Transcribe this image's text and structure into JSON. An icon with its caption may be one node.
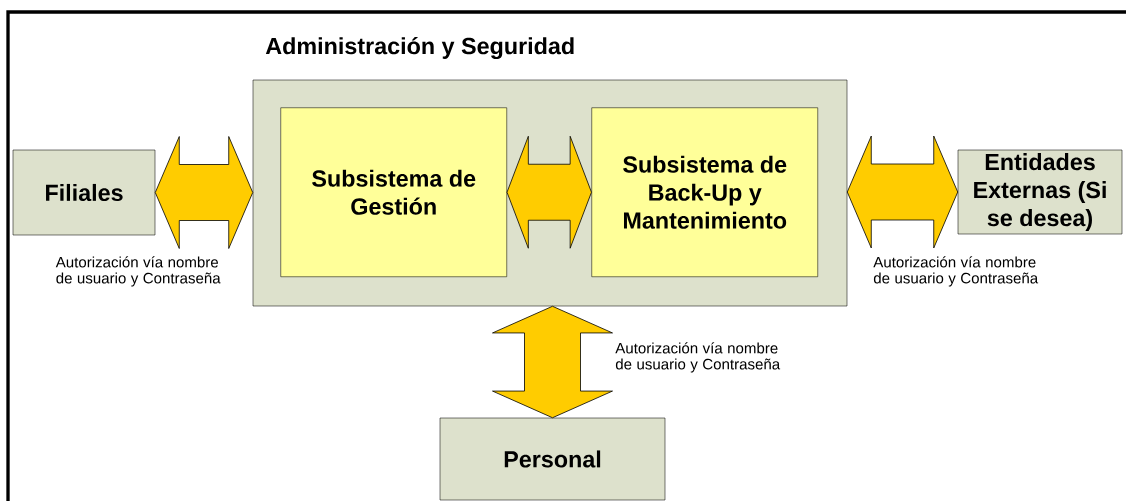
{
  "diagram": {
    "nodes": [
      {
        "text": [
          "Administración y Seguridad"
        ]
      },
      {
        "text": [
          "Filiales"
        ]
      },
      {
        "text": [
          "Subsistema de Gestión"
        ],
        "in": 0
      },
      {
        "text": [
          "Subsistema de Back-Up y Mantenimiento"
        ],
        "in": 0
      },
      {
        "text": [
          "Entidades Externas (Si se desea)"
        ]
      },
      {
        "text": [
          "Personal"
        ]
      }
    ],
    "edges": [
      {
        "from": 1,
        "to": 0,
        "arrow": "both",
        "label": "Autorización vía nombre de usuario y Contraseña"
      },
      {
        "from": 2,
        "to": 3,
        "arrow": "both"
      },
      {
        "from": 0,
        "to": 4,
        "arrow": "both",
        "label": "Autorización vía nombre de usuario y Contraseña"
      },
      {
        "from": 0,
        "to": 5,
        "arrow": "both",
        "label": "Autorización vía nombre de usuario y Contraseña"
      }
    ]
  }
}
